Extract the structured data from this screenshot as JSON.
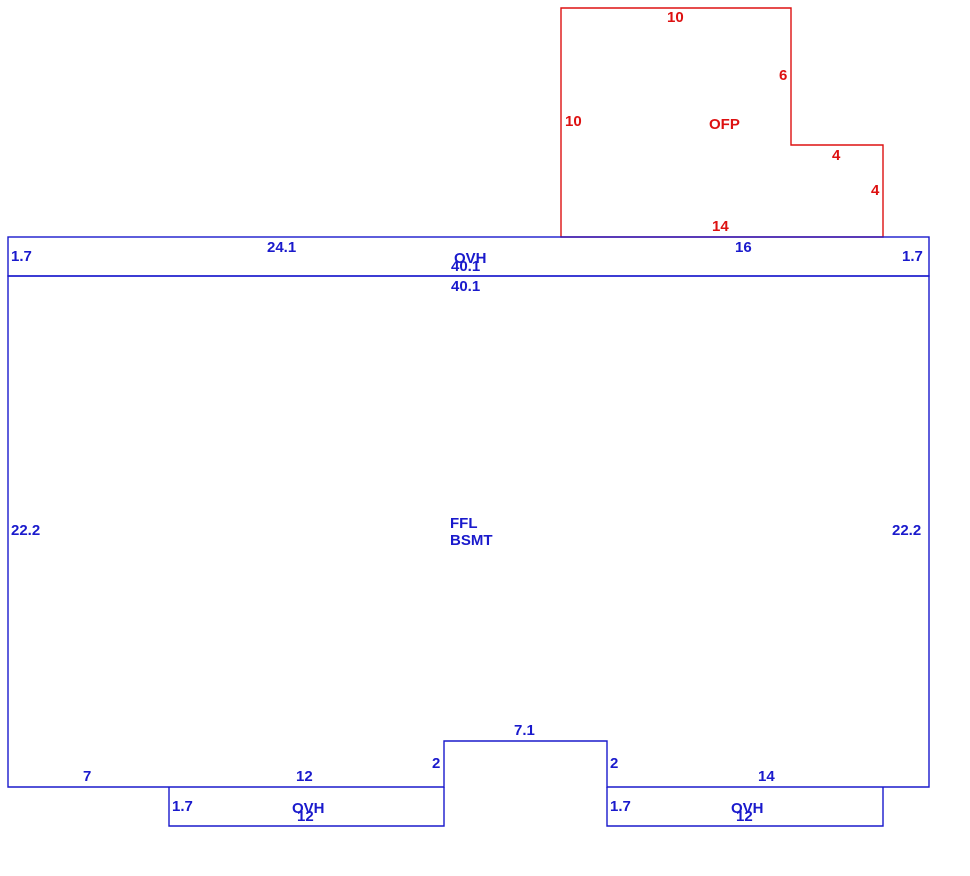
{
  "colors": {
    "main": "#1a1acc",
    "porch": "#dd1111"
  },
  "areas": {
    "main_line1": "FFL",
    "main_line2": "BSMT",
    "porch": "OFP",
    "ovh_top": "OVH",
    "ovh_bottom_left": "OVH",
    "ovh_bottom_right": "OVH"
  },
  "dims": {
    "porch_top": "10",
    "porch_right_upper": "6",
    "porch_left": "10",
    "porch_step": "4",
    "porch_right_lower": "4",
    "porch_bottom": "14",
    "ovh_top_left_seg": "24.1",
    "ovh_top_right_seg": "16",
    "ovh_top_left_side": "1.7",
    "ovh_top_right_side": "1.7",
    "ovh_top_bottom": "40.1",
    "main_top": "40.1",
    "main_left": "22.2",
    "main_right": "22.2",
    "main_bottom_left_short": "7",
    "main_bottom_left_long": "12",
    "notch_left": "2",
    "notch_top": "7.1",
    "notch_right": "2",
    "main_bottom_right": "14",
    "ovh_bl_side": "1.7",
    "ovh_bl_bottom": "12",
    "ovh_br_side": "1.7",
    "ovh_br_bottom": "12"
  }
}
